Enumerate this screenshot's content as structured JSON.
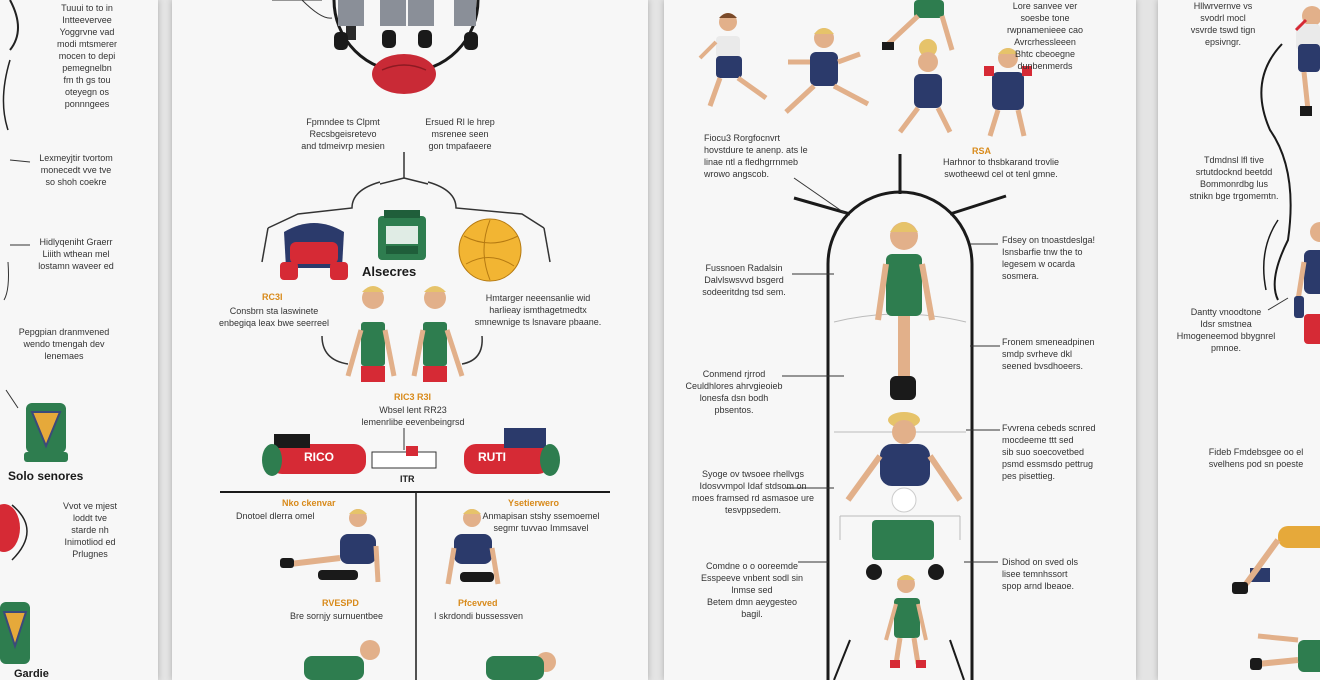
{
  "panel_1": {
    "heading": "Solo senores",
    "heading_bottom": "Gardie",
    "texts": [
      "Tuuui to to in\nIntteevervee\nYoggrvne vad\nmodi mtsmerer\nmocen to depi\npemegnelbn\nfm th gs tou\noteyegn os\nponnngees",
      "Lexmeyjtir tvortom\nmonecedt vve tve\nso shoh coekre",
      "Hidlyqeniht Graerr\nLiiith wthean mel\nlostamn waveer ed",
      "Pepgpian dranmvened\nwendo tmengah dev\nlenemaes",
      "Vvot ve mjest\nloddt tve\nstarde nh\nInimotliod ed\nPrlugnes"
    ]
  },
  "panel_2": {
    "heading": "Alsecres",
    "orange_labels": [
      "RC3I",
      "RIC3 R3I",
      "Nko ckenvar",
      "Ysetierwero",
      "RVESPD",
      "Pfcevved"
    ],
    "red_pad_labels": [
      "RICO",
      "RUTI"
    ],
    "mid_label": "ITR",
    "texts": [
      "Fpmndee ts Clpmt\nRecsbgeisretevo\nand tdmeivrp mesien",
      "Ersued Rl le hrep\nmsrenee seen\ngon tmpafaeere",
      "Consbrn sta laswinete\nenbegiqa leax bwe seerreel",
      "Hmtarger neeensanlie wid\nharlieay ismthagetmedtx\nsmnewnige ts lsnavare pbaane.",
      "Wbsel lent RR23\nlemenrlibe eevenbeingrsd",
      "Dnotoel dlerra omel",
      "Anmapisan stshy ssemoemel\nsegmr tuvvao Immsavel",
      "Bre sornjy surnuentbee",
      "I skrdondi bussessven"
    ]
  },
  "panel_3": {
    "orange_label": "RSA",
    "texts": [
      "Lore sanvee ver\nsoesbe tone\nrwpnamenieee cao\nAvrcrhessleeen\nBhtc cbeoegne\ndunbenmerds",
      "Fiocu3 Rorgfocnvrt\nhovstdure te anenp. ats le\nlinae ntl a fledhgrrnmeb\nwrowo angscob.",
      "Harhnor to thsbkarand trovlie\nswotheewd cel ot tenl gmne.",
      "Fussnoen Radalsin\nDalvlswsvvd bsgerd\nsodeeritdng tsd sem.",
      "Fdsey on tnoastdeslga!\nIsnsbarfie tnw the to\nlegesem w ocarda\nsosmera.",
      "Conmend rjrrod\nCeuldhlores ahrvgieoieb\nlonesfa dsn bodh\npbsentos.",
      "Fronem smeneadpinen\nsmdp svrheve dkl\nseened bvsdhoeers.",
      "Syoge ov twsoee rhellvgs\nIdosvvmpol Idaf stdsom on\nmoes framsed rd asmasoe ure\ntesvppsedem.",
      "Fvvrena cebeds scnred\nmocdeeme ttt sed\nsib suo soecovetbed\npsmd essmsdo pettrug\npes pisettieg.",
      "Comdne o o ooreemde\nEsspeeve vnbent sodl sin\nlnmse sed\nBetem dmn aeygesteo\nbagil.",
      "Dishod on sved ols\nlisee temnhssort\nspop arnd lbeaoe."
    ]
  },
  "panel_4": {
    "texts": [
      "Hllwrvernve vs\nsvodrl mocl\nvsvrde tswd tign\nepsivngr.",
      "Tdmdnsl lfl tive\nsrtutdocknd beetdd\nBommonrdbg lus\nstnikn bge trgomemtn.",
      "Dantty vnoodtone\nIdsr smstnea\nHmogeneemod bbygnrel\npmnoe.",
      "Fideb Fmdebsgee oo el\nsvelhens pod sn poeste"
    ]
  },
  "colors": {
    "jersey_green": "#2e7d4f",
    "jersey_navy": "#2b3a6b",
    "accent_red": "#d62a35",
    "label_orange": "#d88a1a",
    "ball_yellow": "#f2b533",
    "skin": "#e2b08a",
    "hair": "#e6c36a"
  }
}
